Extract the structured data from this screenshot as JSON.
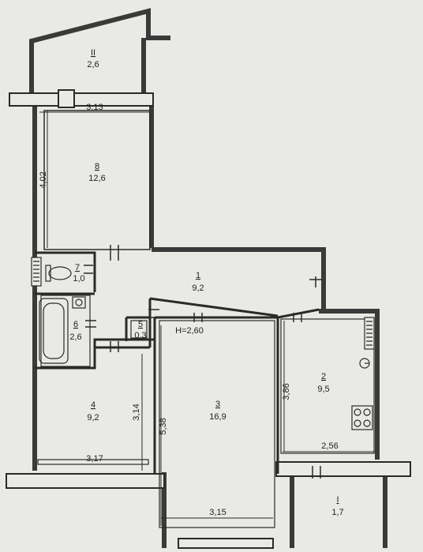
{
  "rooms": [
    {
      "id": "balcony-1",
      "number": "II",
      "area": "2,6"
    },
    {
      "id": "room-8",
      "number": "8",
      "area": "12,6"
    },
    {
      "id": "room-7",
      "number": "7",
      "area": "1,0"
    },
    {
      "id": "room-1",
      "number": "1",
      "area": "9,2"
    },
    {
      "id": "room-6",
      "number": "6",
      "area": "2,6"
    },
    {
      "id": "room-5",
      "number": "5",
      "area": "0,3"
    },
    {
      "id": "room-4",
      "number": "4",
      "area": "9,2"
    },
    {
      "id": "room-3",
      "number": "3",
      "area": "16,9"
    },
    {
      "id": "room-2",
      "number": "2",
      "area": "9,5"
    },
    {
      "id": "balcony-2",
      "number": "I",
      "area": "1,7"
    }
  ],
  "dimensions": {
    "d_313": "3,13",
    "d_402": "4,02",
    "d_314": "3,14",
    "d_317": "3,17",
    "d_538": "5,38",
    "d_315": "3,15",
    "d_386": "3,86",
    "d_256": "2,56"
  },
  "ceiling_height": "H=2,60",
  "colors": {
    "wall": "#3a3a3a",
    "line": "#2a2a2a",
    "paper": "#e9e9e6"
  }
}
